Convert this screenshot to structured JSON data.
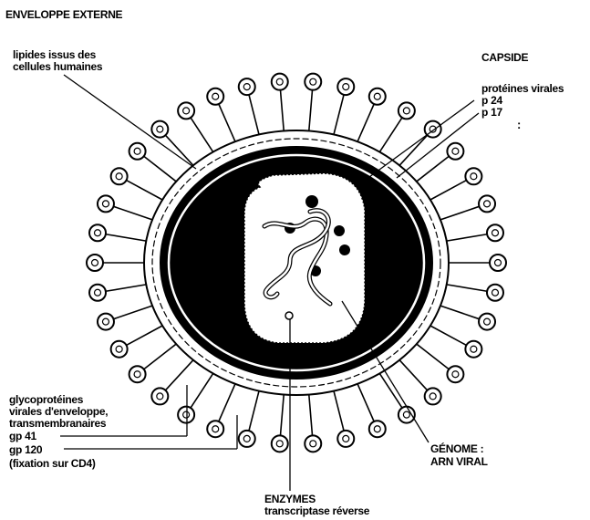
{
  "title": "ENVELOPPE EXTERNE",
  "labels": {
    "lipides_line1": "lipides issus des",
    "lipides_line2": "cellules humaines",
    "capside": "CAPSIDE",
    "proteines": "protéines virales",
    "p24": "p 24",
    "p17": "p 17",
    "ellipsis": ":",
    "glyco_line1": "glycoprotéines",
    "glyco_line2": "virales d'enveloppe,",
    "glyco_line3": "transmembranaires",
    "gp41": "gp 41",
    "gp120": "gp 120",
    "fixation": "(fixation sur CD4)",
    "genome_line1": "GÉNOME :",
    "genome_line2": "ARN VIRAL",
    "enzymes": "ENZYMES",
    "transcriptase": "transcriptase réverse"
  },
  "colors": {
    "ink": "#000000",
    "paper": "#ffffff"
  }
}
